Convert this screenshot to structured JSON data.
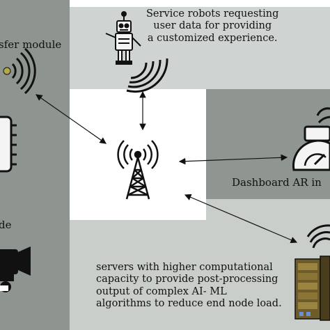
{
  "labels": {
    "transfer": "sfer module",
    "robot": [
      "Service robots requesting",
      "user data for providing",
      "a customized experience."
    ],
    "dashboard": "Dashboard AR in",
    "node": "de",
    "server": [
      "servers with higher computational",
      "capacity to provide post-processing",
      "output of complex AI- ML",
      "algorithms to reduce end node load."
    ]
  },
  "icons": [
    "wifi-signal-icon",
    "robot-icon",
    "cell-tower-icon",
    "dashboard-gauge-icon",
    "camera-icon",
    "server-rack-icon",
    "device-board-icon"
  ],
  "colors": {
    "dark_panel": "#8e9490",
    "light_panel": "#cfd4d2",
    "ink": "#111111"
  }
}
